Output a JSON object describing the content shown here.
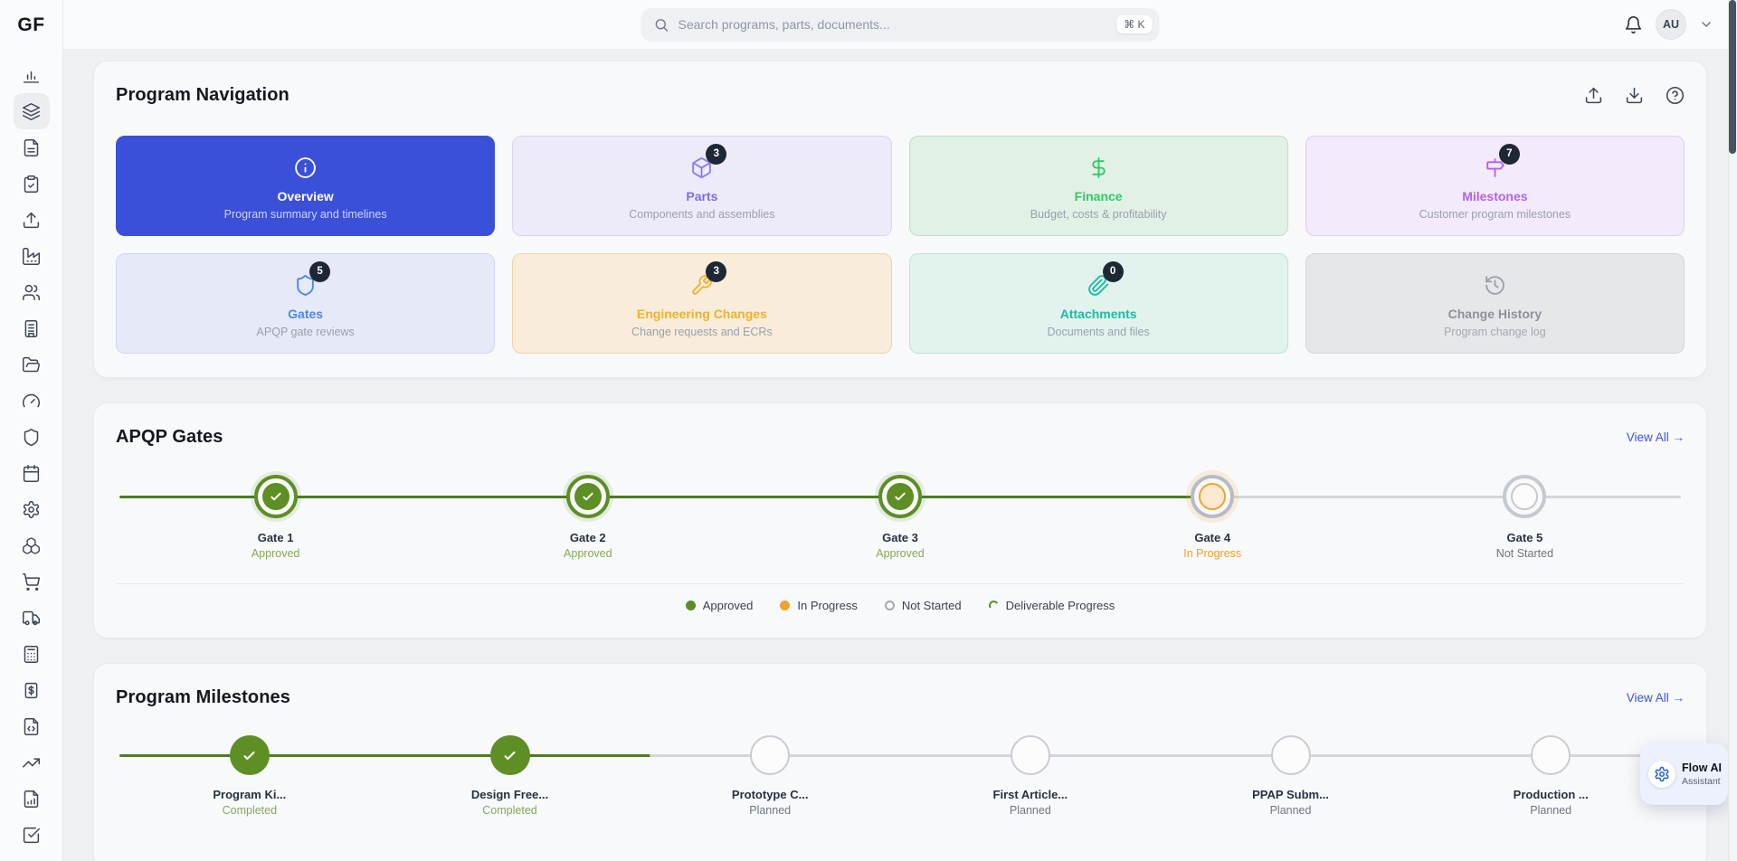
{
  "topbar": {
    "logo": "GF",
    "search": {
      "placeholder": "Search programs, parts, documents...",
      "shortcut": "⌘ K"
    },
    "avatar": "AU"
  },
  "sidebar": {
    "items": [
      "bar-chart",
      "layers",
      "file-text",
      "clipboard-check",
      "upload",
      "factory",
      "users",
      "building",
      "folder-open",
      "gauge",
      "shield",
      "calendar",
      "settings",
      "boxes",
      "shopping-cart",
      "truck",
      "calculator",
      "receipt-dollar",
      "file-code",
      "trending-up",
      "file-chart",
      "square-check"
    ],
    "active_item": "layers"
  },
  "program_navigation": {
    "title": "Program Navigation",
    "actions": [
      "upload",
      "download",
      "help"
    ],
    "tiles": [
      {
        "label": "Overview",
        "description": "Program summary and timelines",
        "badge": "",
        "icon": "info-icon",
        "active": true,
        "accent": "#3b50d9"
      },
      {
        "label": "Parts",
        "description": "Components and assemblies",
        "badge": "3",
        "icon": "box-icon",
        "accent": "#7b6cee"
      },
      {
        "label": "Finance",
        "description": "Budget, costs & profitability",
        "badge": "",
        "icon": "dollar-icon",
        "accent": "#2fc969"
      },
      {
        "label": "Milestones",
        "description": "Customer program milestones",
        "badge": "7",
        "icon": "milestone-icon",
        "accent": "#b363ea"
      },
      {
        "label": "Gates",
        "description": "APQP gate reviews",
        "badge": "5",
        "icon": "shield-icon",
        "accent": "#4d86ea"
      },
      {
        "label": "Engineering Changes",
        "description": "Change requests and ECRs",
        "badge": "3",
        "icon": "wrench-icon",
        "accent": "#efb229"
      },
      {
        "label": "Attachments",
        "description": "Documents and files",
        "badge": "0",
        "icon": "paperclip-icon",
        "accent": "#16bda4"
      },
      {
        "label": "Change History",
        "description": "Program change log",
        "badge": "",
        "icon": "history-icon",
        "accent": "#8d929b"
      }
    ]
  },
  "apqp_gates": {
    "title": "APQP Gates",
    "view_all": "View All →",
    "gates": [
      {
        "name": "Gate 1",
        "status": "Approved",
        "state": "approved"
      },
      {
        "name": "Gate 2",
        "status": "Approved",
        "state": "approved"
      },
      {
        "name": "Gate 3",
        "status": "Approved",
        "state": "approved"
      },
      {
        "name": "Gate 4",
        "status": "In Progress",
        "state": "in-progress"
      },
      {
        "name": "Gate 5",
        "status": "Not Started",
        "state": "not-started"
      }
    ],
    "legend": [
      {
        "label": "Approved",
        "swatch": "green-dot"
      },
      {
        "label": "In Progress",
        "swatch": "orange-dot"
      },
      {
        "label": "Not Started",
        "swatch": "gray-ring"
      },
      {
        "label": "Deliverable Progress",
        "swatch": "green-arc"
      }
    ]
  },
  "program_milestones": {
    "title": "Program Milestones",
    "view_all": "View All →",
    "milestones": [
      {
        "name": "Program Ki...",
        "status": "Completed",
        "state": "completed"
      },
      {
        "name": "Design Free...",
        "status": "Completed",
        "state": "completed"
      },
      {
        "name": "Prototype C...",
        "status": "Planned",
        "state": "planned"
      },
      {
        "name": "First Article...",
        "status": "Planned",
        "state": "planned"
      },
      {
        "name": "PPAP Subm...",
        "status": "Planned",
        "state": "planned"
      },
      {
        "name": "Production ...",
        "status": "Planned",
        "state": "planned"
      }
    ]
  },
  "assistant": {
    "name": "Flow AI",
    "subtitle": "Assistant"
  },
  "colors": {
    "accent_blue": "#3b50d9",
    "link_blue": "#3c53dc",
    "gate_green": "#5d8f25",
    "line_green": "#4d7c1e",
    "progress_orange": "#f0a32b",
    "neutral_gray": "#c5c9d0",
    "badge_dark": "#1e2735"
  }
}
